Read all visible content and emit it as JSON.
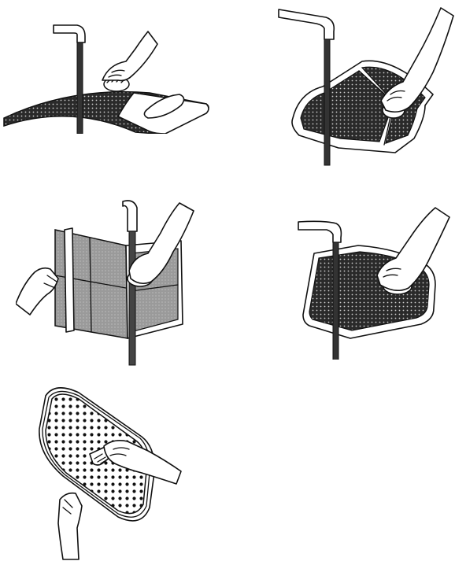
{
  "figures": [
    {
      "id": "fig1",
      "subject": "wide-filter-screen-brushed-under-tap"
    },
    {
      "id": "fig2",
      "subject": "double-filter-screen-brushed-under-tap"
    },
    {
      "id": "fig3",
      "subject": "folding-filter-frame-brushed-under-tap"
    },
    {
      "id": "fig4",
      "subject": "square-filter-screen-brushed-under-tap"
    },
    {
      "id": "fig5",
      "subject": "oval-perforated-filter-brushed"
    }
  ],
  "colors": {
    "ink": "#111111",
    "mesh_dark": "#2a2a2a",
    "mesh_grey": "#9a9a9a",
    "paper": "#ffffff"
  },
  "icons": [
    "tap-icon",
    "water-stream-icon",
    "hand-icon",
    "brush-icon",
    "filter-mesh-icon"
  ]
}
